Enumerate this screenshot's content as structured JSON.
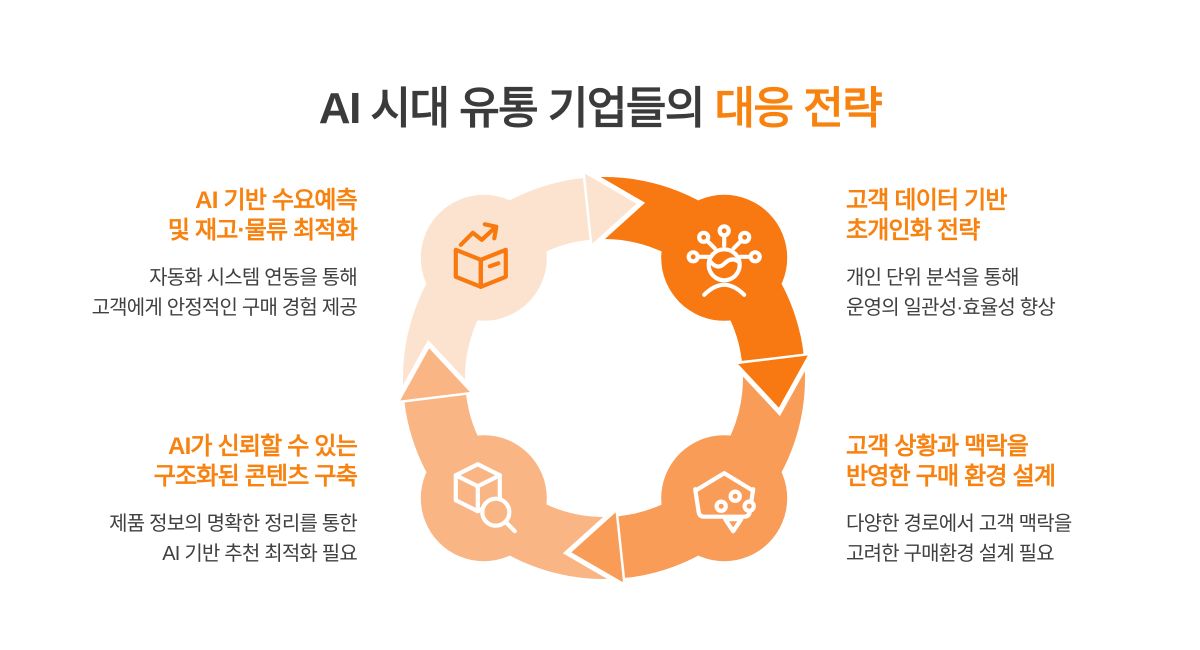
{
  "title": {
    "prefix": "AI 시대 유통 기업들의",
    "highlight": "대응 전략"
  },
  "palette": {
    "background": "#ffffff",
    "title_text": "#3b3b3b",
    "accent_orange": "#f8820e",
    "heading_orange": "#f8820f",
    "body_text": "#404040",
    "arrow_outline": "#ffffff"
  },
  "cycle": {
    "flow": "clockwise",
    "segments": [
      {
        "name": "demand-forecast",
        "position": "top-left",
        "color": "#fce3cf",
        "icon": "box-trend-icon",
        "icon_color": "#f8790f"
      },
      {
        "name": "hyper-personalization",
        "position": "top-right",
        "color": "#f87812",
        "icon": "person-network-icon",
        "icon_color": "#ffffff"
      },
      {
        "name": "context-purchase-design",
        "position": "bottom-right",
        "color": "#f99c58",
        "icon": "basket-items-icon",
        "icon_color": "#ffffff"
      },
      {
        "name": "structured-content",
        "position": "bottom-left",
        "color": "#f9b584",
        "icon": "cube-magnifier-icon",
        "icon_color": "#ffffff"
      }
    ]
  },
  "blocks": [
    {
      "id": "demand-forecast",
      "position": "top-left",
      "heading_lines": [
        "AI 기반 수요예측",
        "및 재고·물류 최적화"
      ],
      "body_lines": [
        "자동화 시스템 연동을 통해",
        "고객에게 안정적인 구매 경험 제공"
      ]
    },
    {
      "id": "hyper-personalization",
      "position": "top-right",
      "heading_lines": [
        "고객 데이터 기반",
        "초개인화 전략"
      ],
      "body_lines": [
        "개인 단위 분석을 통해",
        "운영의 일관성·효율성 향상"
      ]
    },
    {
      "id": "structured-content",
      "position": "bottom-left",
      "heading_lines": [
        "AI가 신뢰할 수 있는",
        "구조화된 콘텐츠 구축"
      ],
      "body_lines": [
        "제품 정보의 명확한 정리를 통한",
        "AI 기반 추천 최적화 필요"
      ]
    },
    {
      "id": "context-purchase-design",
      "position": "bottom-right",
      "heading_lines": [
        "고객 상황과 맥락을",
        "반영한 구매 환경 설계"
      ],
      "body_lines": [
        "다양한 경로에서 고객 맥락을",
        "고려한 구매환경 설계 필요"
      ]
    }
  ]
}
